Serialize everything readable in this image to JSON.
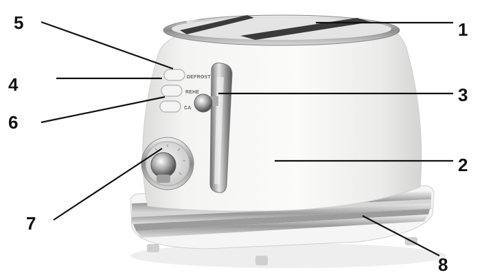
{
  "diagram": {
    "button_labels": {
      "defrost": "DEFROST",
      "reheat": "REHE",
      "cancel": "CA"
    },
    "callouts": [
      {
        "id": "c1",
        "number": "1"
      },
      {
        "id": "c2",
        "number": "2"
      },
      {
        "id": "c3",
        "number": "3"
      },
      {
        "id": "c4",
        "number": "4"
      },
      {
        "id": "c5",
        "number": "5"
      },
      {
        "id": "c6",
        "number": "6"
      },
      {
        "id": "c7",
        "number": "7"
      },
      {
        "id": "c8",
        "number": "8"
      }
    ],
    "colors": {
      "body": "#f2f2f0",
      "chrome": "#9a9a9a",
      "leader": "#111111"
    }
  }
}
